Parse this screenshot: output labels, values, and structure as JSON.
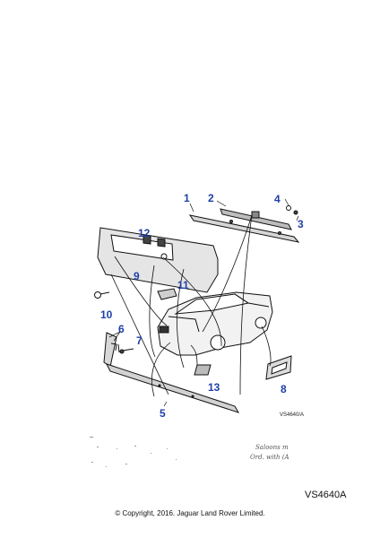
{
  "diagram": {
    "callouts": [
      "1",
      "2",
      "3",
      "4",
      "5",
      "6",
      "7",
      "8",
      "9",
      "10",
      "11",
      "12",
      "13"
    ],
    "inset_code": "VS4640/A",
    "handwritten_1": "Saloons m",
    "handwritten_2": "Ord. with (A"
  },
  "footer": {
    "ref_code": "VS4640A",
    "copyright": "© Copyright, 2016. Jaguar Land Rover Limited."
  },
  "colors": {
    "callout": "#1f3fa8",
    "line": "#111111"
  }
}
